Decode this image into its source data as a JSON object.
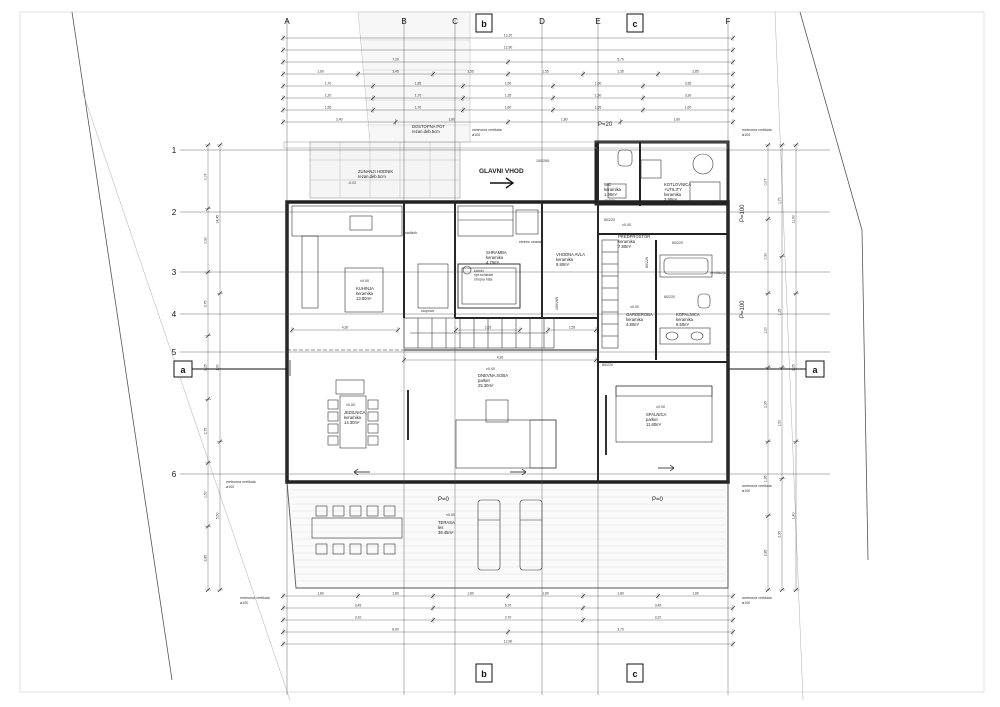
{
  "axes": {
    "columns": [
      "A",
      "B",
      "C",
      "D",
      "E",
      "F"
    ],
    "rows": [
      "1",
      "2",
      "3",
      "4",
      "5",
      "6"
    ]
  },
  "sections": {
    "b_top": "b",
    "b_bottom": "b",
    "c_top": "c",
    "c_bottom": "c",
    "a_left": "a",
    "a_right": "a"
  },
  "rooms": {
    "dostopna_pot": [
      "DOSTOPNA POT",
      "rezan.deb.5cm"
    ],
    "vhod_hodnik": [
      "ZUNANJI HODNIK",
      "rezan.deb.5cm"
    ],
    "glavni_vhod": "GLAVNI VHOD",
    "wc": [
      "WC",
      "keramika",
      "1.90m²"
    ],
    "kotlovnica": [
      "KOTLOVNICA",
      "+UTILITY",
      "keramika",
      "3.90m²"
    ],
    "predprostor": [
      "PREDPROSTOR",
      "keramika",
      "7.80m²"
    ],
    "shramba": [
      "SHRAMBA",
      "keramika",
      "4.75m²"
    ],
    "vhodna_avla": [
      "VHODNA AVLA",
      "keramika",
      "9.90m²"
    ],
    "kuhinja": [
      "KUHINJA",
      "keramika",
      "13.80m²"
    ],
    "garderoba": [
      "GARDEROBA",
      "keramika",
      "4.80m²"
    ],
    "kopalnica": [
      "KOPALNICA",
      "keramika",
      "6.50m²"
    ],
    "dnevna": [
      "DNEVNA SOBA",
      "parket",
      "25.30m²"
    ],
    "jedilnica": [
      "JEDILNICA",
      "keramika",
      "14.30m²"
    ],
    "spalnica": [
      "SPALNICA",
      "parket",
      "11.60m²"
    ],
    "terasa": [
      "TERASA",
      "les",
      "38.45m²"
    ]
  },
  "labels": {
    "elektro_omara": "elektro omara",
    "stopnice": "stopnice",
    "kamin": [
      "kamin",
      "npr.schiedel",
      "strojna hiša"
    ],
    "hladilnik": "hladilnik",
    "meteorna": "meteorna vertikala",
    "dn100": "ø100",
    "ventilacija": "ventilacija",
    "heights": [
      "P=0",
      "P=0",
      "P=20",
      "P=100",
      "P=100"
    ],
    "levels": [
      "±0.00",
      "-0.02"
    ],
    "door_tags": [
      "100/265",
      "80/220",
      "80/220",
      "80/220",
      "80/220",
      "80/220",
      "100/265",
      "80/220"
    ]
  },
  "dims": {
    "top_rows": [
      [
        "13,20"
      ],
      [
        "12,90"
      ],
      [
        "7,20",
        "5,70"
      ],
      [
        "1,60",
        "3,45",
        "1,55",
        "1,55",
        "1,35",
        "2,85"
      ],
      [
        "1,70",
        "1,85",
        "1,50",
        "1,50",
        "3,35"
      ],
      [
        "1,20",
        "1,70",
        "1,35",
        "1,50",
        "3,30"
      ],
      [
        "1,55",
        "1,70",
        "1,60",
        "1,55",
        "1,60"
      ],
      [
        "2,40",
        "1,80",
        "1,80",
        "1,60"
      ]
    ],
    "bottom_rows": [
      [
        "1,80",
        "1,80",
        "1,80",
        "1,80",
        "1,80",
        "1,80"
      ],
      [
        "3,45",
        "5,70",
        "3,45"
      ],
      [
        "3,10",
        "2,70",
        "3,10"
      ],
      [
        "8,90",
        "3,70"
      ],
      [
        "12,90"
      ]
    ],
    "left_cols": [
      [
        "0,07",
        "0,90",
        "3,75",
        "3,25",
        "2,75",
        "1,50",
        "2,85"
      ],
      [
        "14,45",
        "1,90",
        "5,50"
      ]
    ],
    "right_cols": [
      [
        "0,07",
        "0,90",
        "1,20",
        "2,35",
        "1,95",
        "2,85"
      ],
      [
        "1,70",
        "1,25",
        "1,50",
        "2,95"
      ],
      [
        "11,90",
        "2,25",
        "1,40"
      ]
    ],
    "interior": [
      "4,30",
      "2,63",
      "1,55",
      "4,30"
    ]
  }
}
